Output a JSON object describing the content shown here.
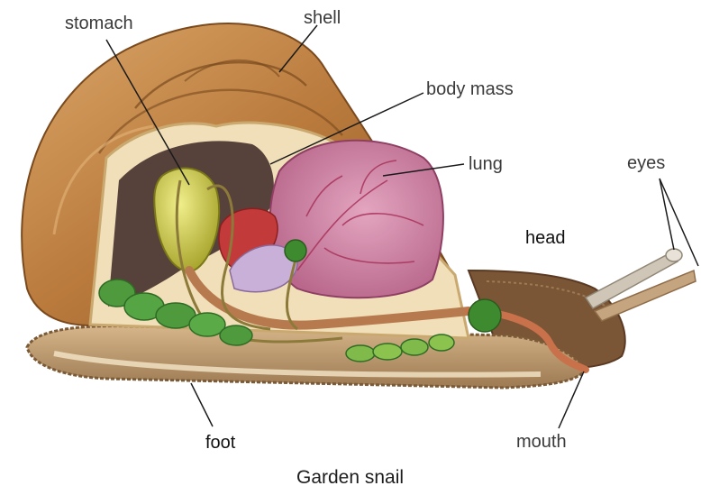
{
  "labels": {
    "stomach": "stomach",
    "shell": "shell",
    "body_mass": "body mass",
    "lung": "lung",
    "eyes": "eyes",
    "head": "head",
    "foot": "foot",
    "mouth": "mouth"
  },
  "caption": "Garden snail",
  "colors": {
    "shell_outer": "#b97a3c",
    "shell_dark": "#8a5526",
    "shell_inner": "#f0dfb8",
    "lung": "#c9799d",
    "lung_vein": "#a8325a",
    "stomach": "#cfcc45",
    "gland_green": "#4f9a3d",
    "intestine": "#b77a4e",
    "foot_skin": "#c4a17a",
    "body_dark": "#4a3330",
    "leader": "#1a1a1a"
  }
}
